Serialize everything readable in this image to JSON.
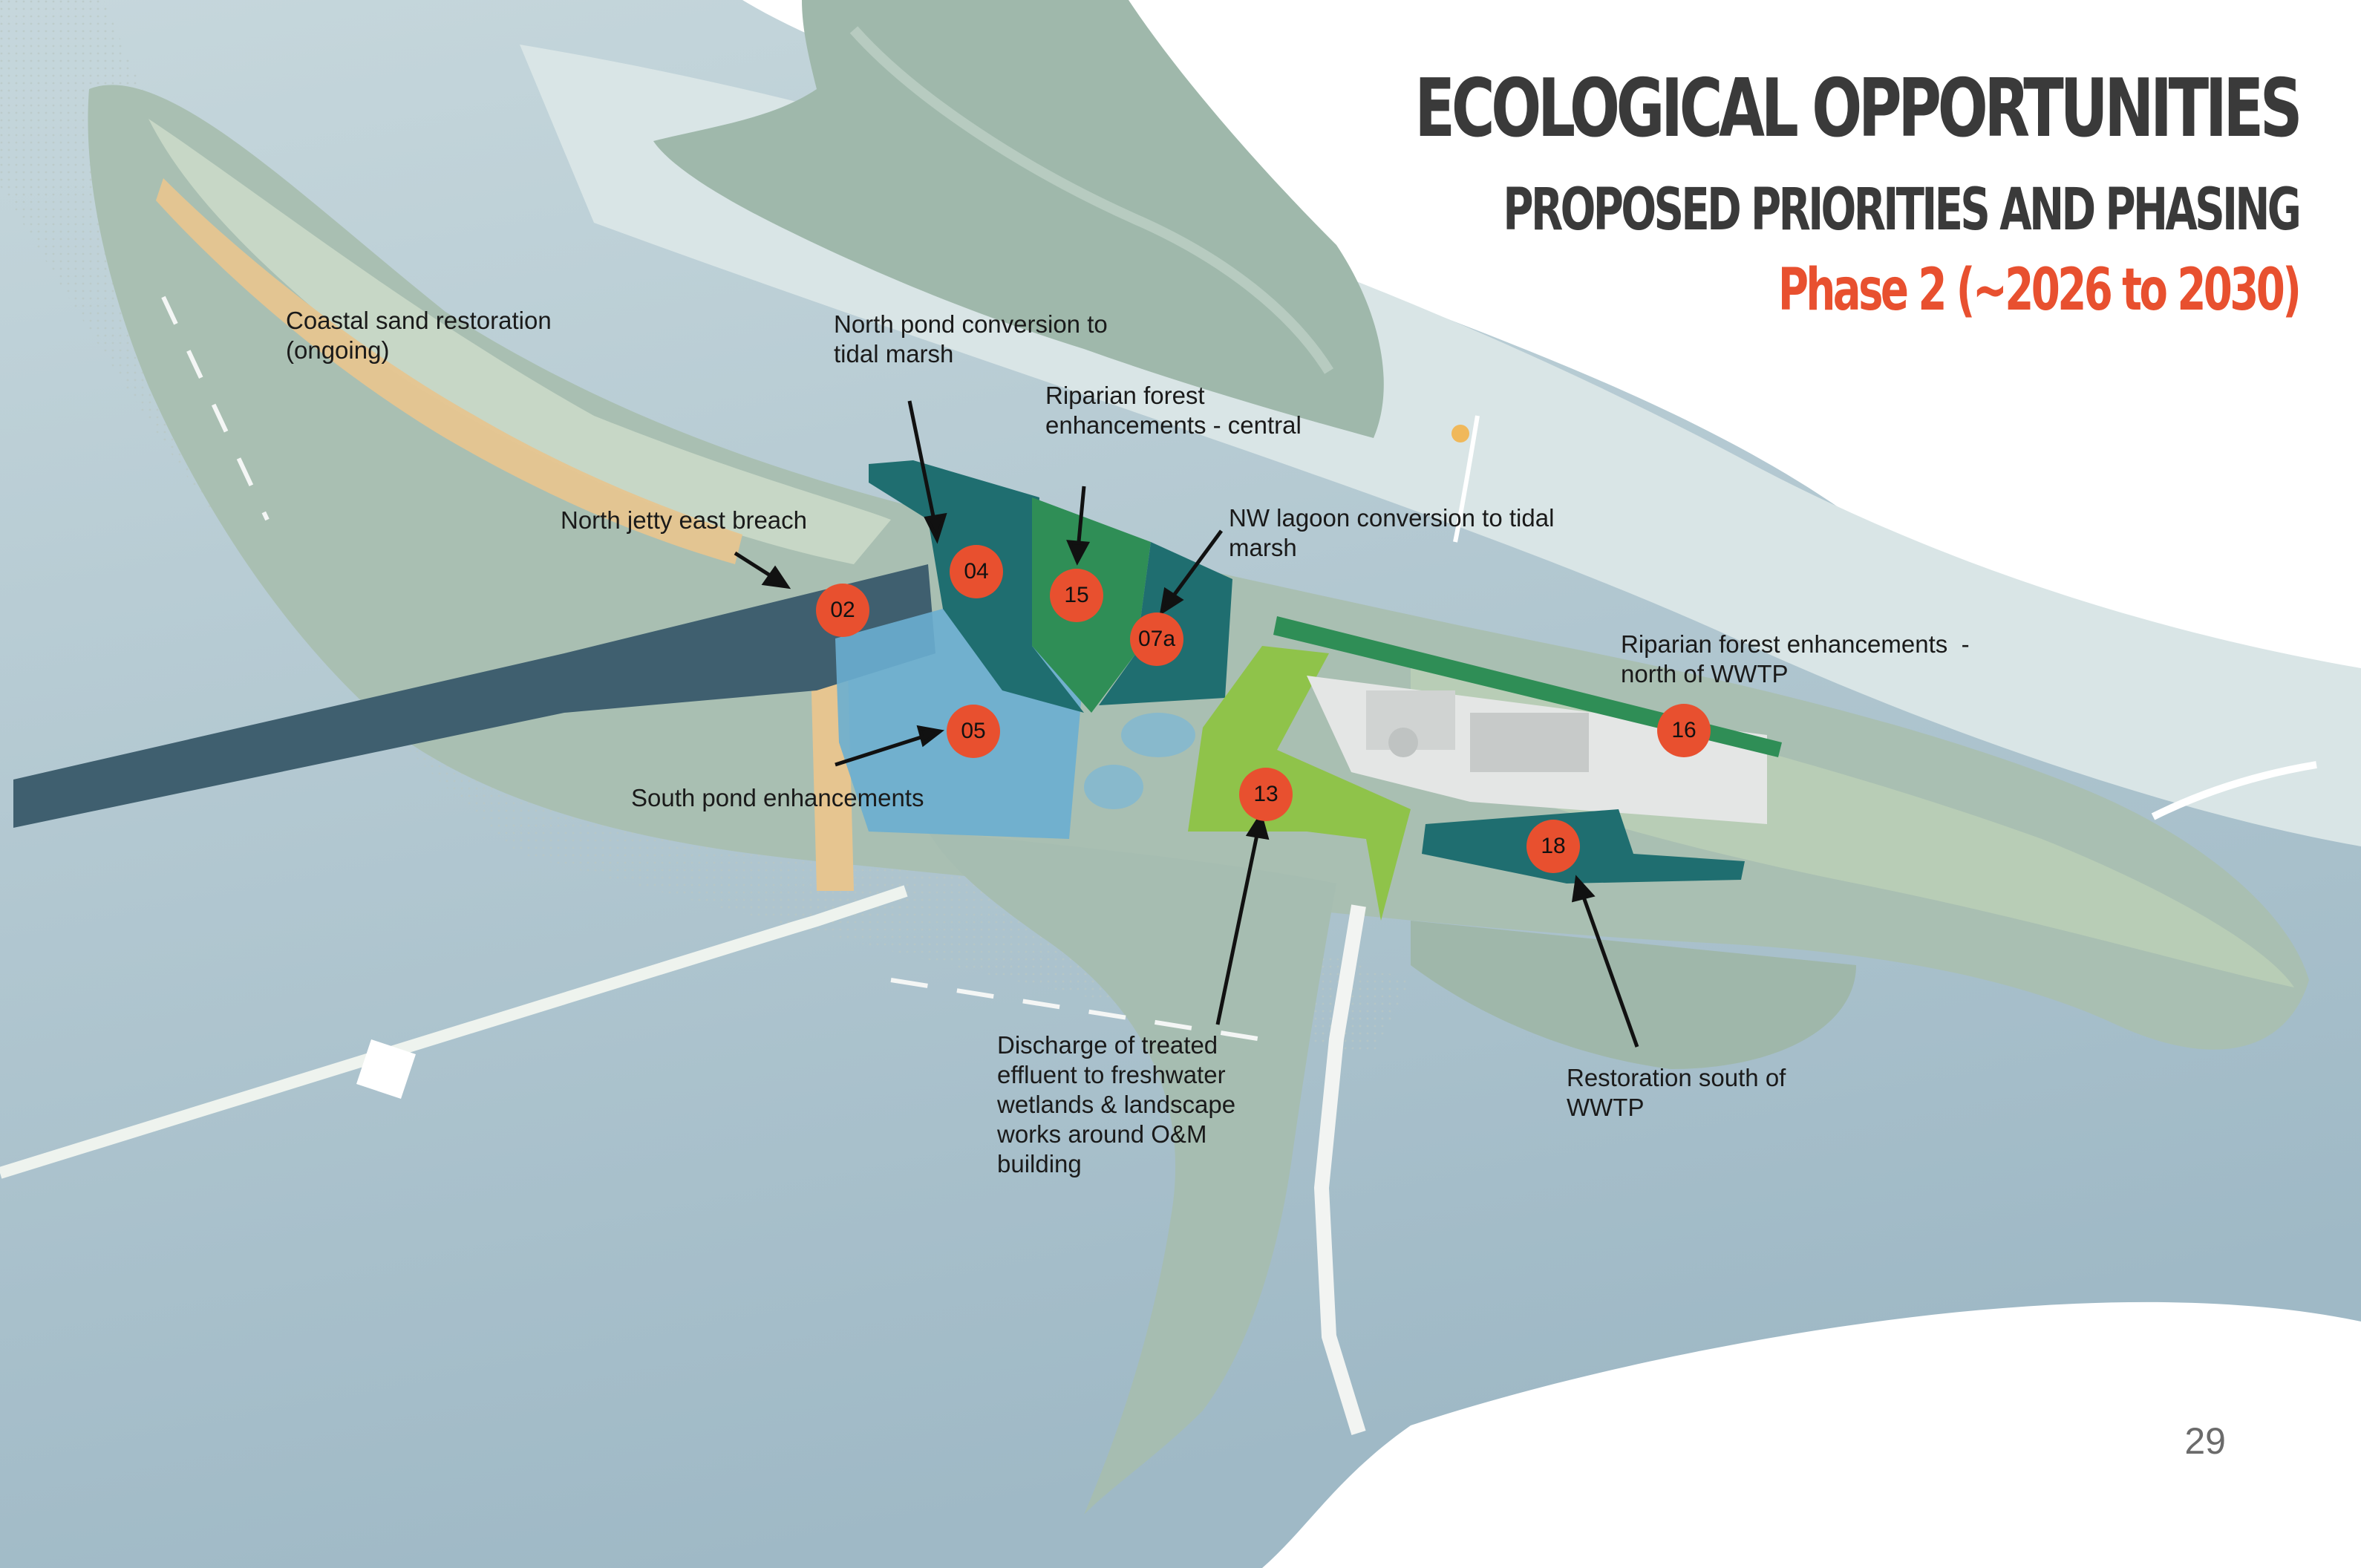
{
  "title": "ECOLOGICAL OPPORTUNITIES",
  "subtitle": "PROPOSED PRIORITIES AND PHASING",
  "phase": "Phase 2 (~2026 to 2030)",
  "page_number": "29",
  "labels": {
    "coastal_sand": "Coastal sand restoration\n(ongoing)",
    "north_pond": "North pond conversion to\ntidal marsh",
    "riparian_central": "Riparian forest\nenhancements - central",
    "north_jetty": "North jetty east breach",
    "nw_lagoon": "NW lagoon conversion to tidal\nmarsh",
    "riparian_north": "Riparian forest enhancements  -\nnorth of WWTP",
    "south_pond": "South pond enhancements",
    "discharge": "Discharge of treated\neffluent to freshwater\nwetlands & landscape\nworks around O&M\nbuilding",
    "restoration_south": "Restoration south of\nWWTP"
  },
  "badges": {
    "b02": "02",
    "b04": "04",
    "b15": "15",
    "b07a": "07a",
    "b05": "05",
    "b13": "13",
    "b16": "16",
    "b18": "18"
  },
  "colors": {
    "badge": "#e8502f",
    "title": "#3a3a3a",
    "phase": "#e8502f",
    "dark_teal": "#1f6e70",
    "green": "#2f8e56",
    "light_green": "#8fc34a",
    "light_blue": "#6aaed0",
    "slate": "#3f5f6f"
  }
}
